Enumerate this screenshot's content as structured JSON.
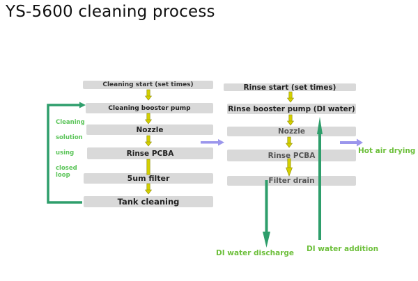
{
  "title": "YS-5600 cleaning process",
  "colors": {
    "box_fill": "#d9d9d9",
    "flow_arrow": "#d4d000",
    "loop_green": "#2e9e6b",
    "transfer_arrow": "#9b96ec",
    "label_green": "#6cbf3a"
  },
  "cleaning_column": {
    "steps": [
      {
        "label": "Cleaning start (set times)"
      },
      {
        "label": "Cleaning booster pump"
      },
      {
        "label": "Nozzle"
      },
      {
        "label": "Rinse PCBA"
      },
      {
        "label": "5um filter"
      },
      {
        "label": "Tank cleaning"
      }
    ],
    "loop_label_lines": [
      "Cleaning",
      "solution",
      "using",
      "closed",
      "loop"
    ]
  },
  "rinse_column": {
    "steps": [
      {
        "label": "Rinse start (set times)"
      },
      {
        "label": "Rinse booster pump (DI water)"
      },
      {
        "label": "Nozzle"
      },
      {
        "label": "Rinse PCBA"
      },
      {
        "label": "Filter drain"
      }
    ]
  },
  "outputs": {
    "hot_air_drying": "Hot air drying",
    "di_water_discharge": "DI water discharge",
    "di_water_addition": "DI water addition"
  }
}
